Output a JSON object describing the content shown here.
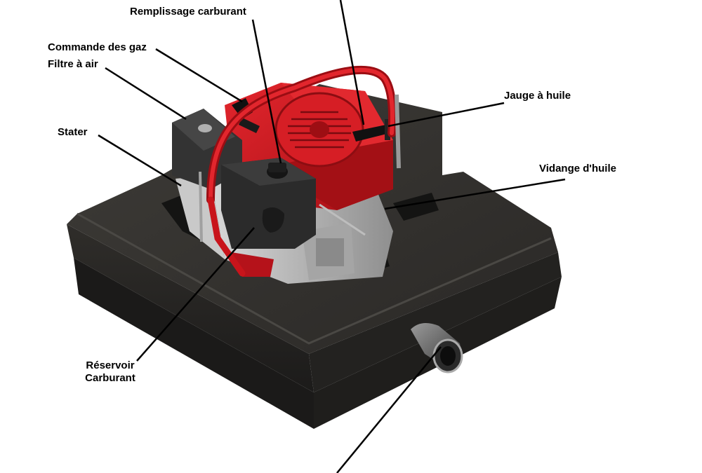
{
  "labels": {
    "fuel_fill": "Remplissage carburant",
    "throttle": "Commande des gaz",
    "air_filter": "Filtre à air",
    "starter": "Stater",
    "oil_dipstick": "Jauge à huile",
    "oil_drain": "Vidange d'huile",
    "fuel_tank_line1": "Réservoir",
    "fuel_tank_line2": "Carburant"
  },
  "colors": {
    "float_body": "#2b2a28",
    "float_top": "#353330",
    "engine_red": "#c8141b",
    "engine_red_dark": "#8c0d12",
    "engine_grey": "#b9b9b9",
    "tank_dark": "#2e2e2e",
    "leader_line": "#000000"
  }
}
